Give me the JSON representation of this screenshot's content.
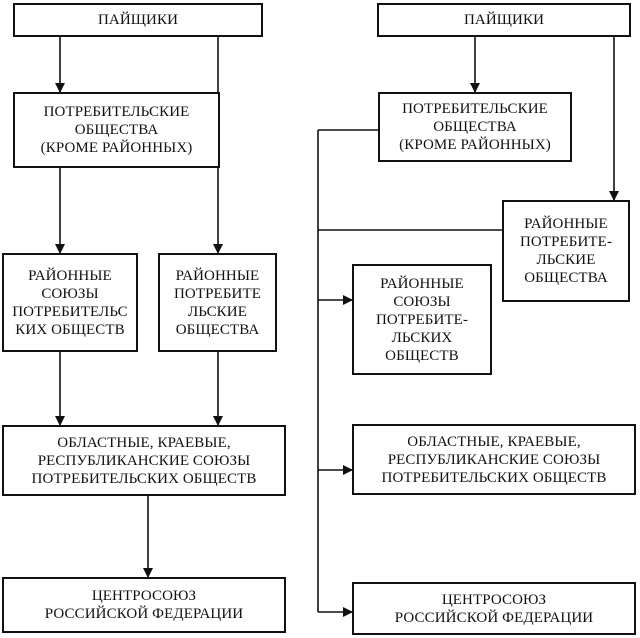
{
  "left_chain": {
    "shareholders": "ПАЙЩИКИ",
    "consumer_societies": "ПОТРЕБИТЕЛЬСКИЕ\nОБЩЕСТВА\n(КРОМЕ РАЙОННЫХ)",
    "district_unions": "РАЙОННЫЕ\nСОЮЗЫ\nПОТРЕБИТЕЛЬС\nКИХ ОБЩЕСТВ",
    "district_societies": "РАЙОННЫЕ\nПОТРЕБИТЕ\nЛЬСКИЕ\nОБЩЕСТВА",
    "regional_unions": "ОБЛАСТНЫЕ, КРАЕВЫЕ,\nРЕСПУБЛИКАНСКИЕ СОЮЗЫ\nПОТРЕБИТЕЛЬСКИХ ОБЩЕСТВ",
    "centrosoyuz": "ЦЕНТРОСОЮЗ\nРОССИЙСКОЙ ФЕДЕРАЦИИ"
  },
  "right_chain": {
    "shareholders": "ПАЙЩИКИ",
    "consumer_societies": "ПОТРЕБИТЕЛЬСКИЕ\nОБЩЕСТВА\n(КРОМЕ РАЙОННЫХ)",
    "district_societies": "РАЙОННЫЕ\nПОТРЕБИТЕ-\nЛЬСКИЕ\nОБЩЕСТВА",
    "district_unions": "РАЙОННЫЕ\nСОЮЗЫ\nПОТРЕБИТЕ-\nЛЬСКИХ\nОБЩЕСТВ",
    "regional_unions": "ОБЛАСТНЫЕ, КРАЕВЫЕ,\nРЕСПУБЛИКАНСКИЕ СОЮЗЫ\nПОТРЕБИТЕЛЬСКИХ ОБЩЕСТВ",
    "centrosoyuz": "ЦЕНТРОСОЮЗ\nРОССИЙСКОЙ ФЕДЕРАЦИИ"
  }
}
